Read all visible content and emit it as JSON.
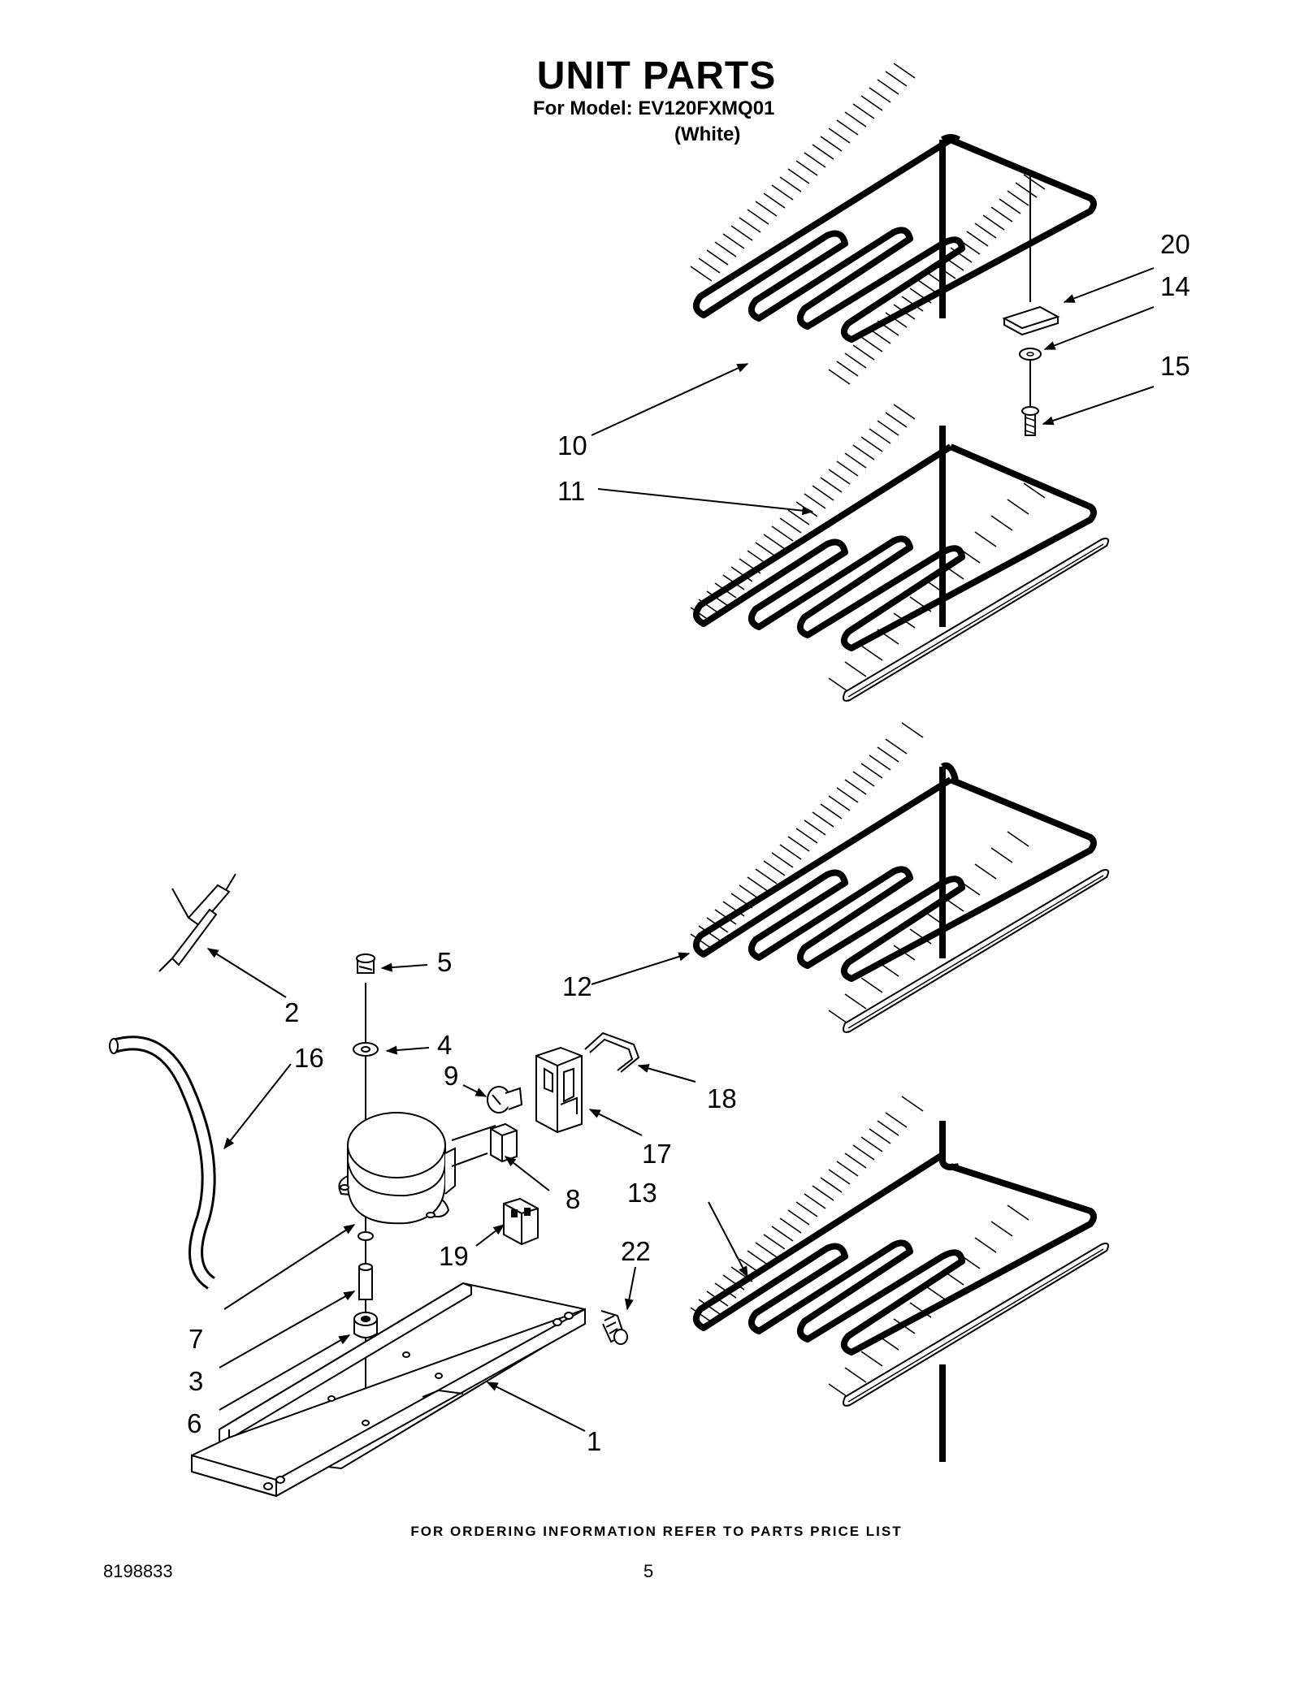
{
  "header": {
    "title": "UNIT PARTS",
    "model_line": "For Model: EV120FXMQ01",
    "color": "(White)"
  },
  "callouts": {
    "c1": "1",
    "c2": "2",
    "c3": "3",
    "c4": "4",
    "c5": "5",
    "c6": "6",
    "c7": "7",
    "c8": "8",
    "c9": "9",
    "c10": "10",
    "c11": "11",
    "c12": "12",
    "c13": "13",
    "c14": "14",
    "c15": "15",
    "c16": "16",
    "c17": "17",
    "c18": "18",
    "c19": "19",
    "c20": "20",
    "c22": "22"
  },
  "footer": {
    "ordering_note": "FOR ORDERING INFORMATION REFER TO PARTS PRICE LIST",
    "doc_number": "8198833",
    "page_number": "5"
  }
}
